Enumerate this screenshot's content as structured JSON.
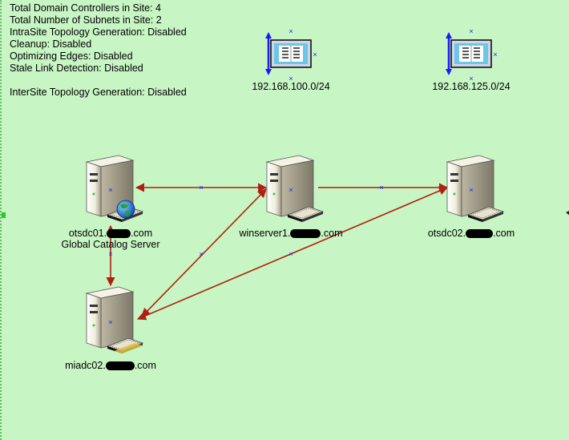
{
  "site_info": {
    "lines": [
      "Total Domain Controllers in Site: 4",
      "Total Number of Subnets in Site: 2",
      "IntraSite Topology Generation: Disabled",
      "Cleanup: Disabled",
      "Optimizing Edges: Disabled",
      "Stale Link Detection: Disabled"
    ],
    "intersite": "InterSite Topology Generation: Disabled"
  },
  "subnets": [
    {
      "label": "192.168.100.0/24",
      "icon": "subnet-icon"
    },
    {
      "label": "192.168.125.0/24",
      "icon": "subnet-icon"
    }
  ],
  "servers": [
    {
      "id": "otsdc01",
      "prefix": "otsdc01.",
      "suffix": ".com",
      "role": "Global Catalog Server",
      "icon": "server-icon"
    },
    {
      "id": "winserver1",
      "prefix": "winserver1.",
      "suffix": ".com",
      "icon": "server-icon"
    },
    {
      "id": "otsdc02",
      "prefix": "otsdc02.",
      "suffix": ".com",
      "icon": "server-icon"
    },
    {
      "id": "miadc02",
      "prefix": "miadc02.",
      "suffix": ".com",
      "icon": "server-icon"
    }
  ],
  "colors": {
    "background": "#c8f5c4",
    "connection": "#b01e14",
    "handle": "#1a1aff",
    "subnet_bar": "#1a1aff"
  }
}
